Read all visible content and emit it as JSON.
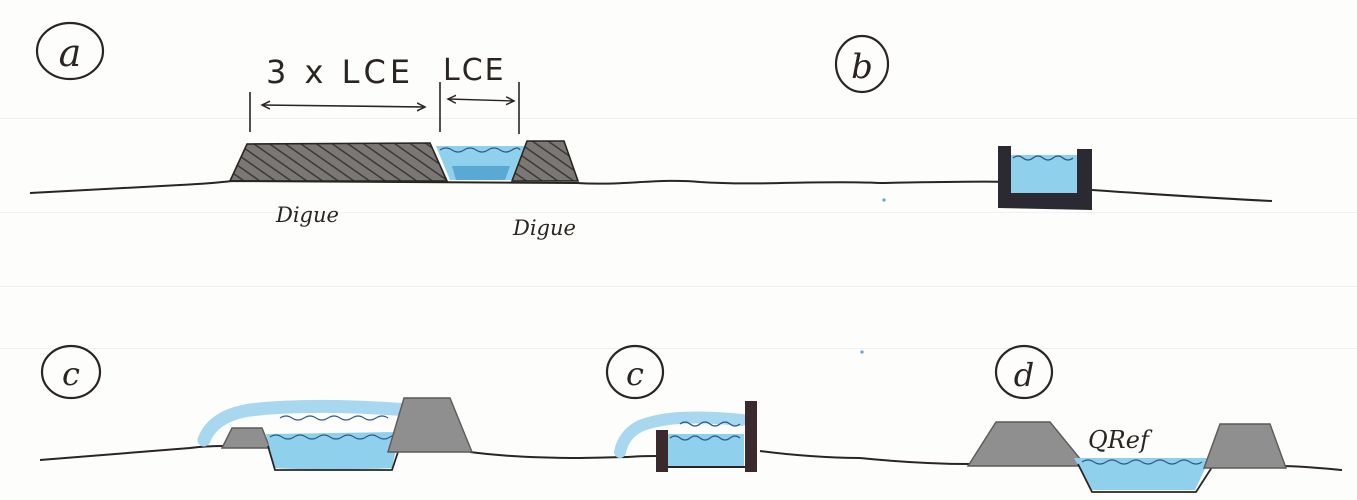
{
  "panels": {
    "a": {
      "label": "a",
      "dim_left": "3 x LCE",
      "dim_right": "LCE",
      "dike_left": "Digue",
      "dike_right": "Digue"
    },
    "b": {
      "label": "b"
    },
    "c1": {
      "label": "c"
    },
    "c2": {
      "label": "c"
    },
    "d": {
      "label": "d",
      "flow_label": "QRef"
    }
  },
  "colors": {
    "ink": "#2a2522",
    "water": "#8fd0ec",
    "water_dark": "#5aa9d4",
    "dike_gray": "#8f8f8f",
    "dike_dark": "#5e5a57",
    "wall": "#2b2a33",
    "overflow": "#a8d8ef"
  }
}
